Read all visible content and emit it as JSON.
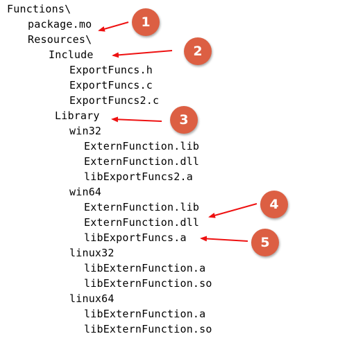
{
  "tree": [
    {
      "text": "Functions\\",
      "depth": 0,
      "name": "folder-functions"
    },
    {
      "text": "package.mo",
      "depth": 1,
      "name": "file-package-mo"
    },
    {
      "text": "Resources\\",
      "depth": 1,
      "name": "folder-resources"
    },
    {
      "text": "Include",
      "depth": 2,
      "name": "folder-include"
    },
    {
      "text": "ExportFuncs.h",
      "depth": 3,
      "name": "file-exportfuncs-h"
    },
    {
      "text": "ExportFuncs.c",
      "depth": 3,
      "name": "file-exportfuncs-c"
    },
    {
      "text": "ExportFuncs2.c",
      "depth": 3,
      "name": "file-exportfuncs2-c"
    },
    {
      "text": "Library",
      "depth": 2.3,
      "name": "folder-library"
    },
    {
      "text": "win32",
      "depth": 3,
      "name": "folder-win32"
    },
    {
      "text": "ExternFunction.lib",
      "depth": 3.7,
      "name": "file-win32-externfunction-lib"
    },
    {
      "text": "ExternFunction.dll",
      "depth": 3.7,
      "name": "file-win32-externfunction-dll"
    },
    {
      "text": "libExportFuncs2.a",
      "depth": 3.7,
      "name": "file-win32-libexportfuncs2-a"
    },
    {
      "text": "win64",
      "depth": 3,
      "name": "folder-win64"
    },
    {
      "text": "ExternFunction.lib",
      "depth": 3.7,
      "name": "file-win64-externfunction-lib"
    },
    {
      "text": "ExternFunction.dll",
      "depth": 3.7,
      "name": "file-win64-externfunction-dll"
    },
    {
      "text": "libExportFuncs.a",
      "depth": 3.7,
      "name": "file-win64-libexportfuncs-a"
    },
    {
      "text": "linux32",
      "depth": 3,
      "name": "folder-linux32"
    },
    {
      "text": "libExternFunction.a",
      "depth": 3.7,
      "name": "file-linux32-libexternfunction-a"
    },
    {
      "text": "libExternFunction.so",
      "depth": 3.7,
      "name": "file-linux32-libexternfunction-so"
    },
    {
      "text": "linux64",
      "depth": 3,
      "name": "folder-linux64"
    },
    {
      "text": "libExternFunction.a",
      "depth": 3.7,
      "name": "file-linux64-libexternfunction-a"
    },
    {
      "text": "libExternFunction.so",
      "depth": 3.7,
      "name": "file-linux64-libexternfunction-so"
    }
  ],
  "annotations": [
    {
      "label": "1",
      "target_line": 1
    },
    {
      "label": "2",
      "target_line": 3
    },
    {
      "label": "3",
      "target_line": 7
    },
    {
      "label": "4",
      "target_line": 14
    },
    {
      "label": "5",
      "target_line": 15
    }
  ],
  "colors": {
    "badge": "#dc5f43",
    "arrow": "#ee1111",
    "text": "#000000",
    "background": "#ffffff"
  }
}
